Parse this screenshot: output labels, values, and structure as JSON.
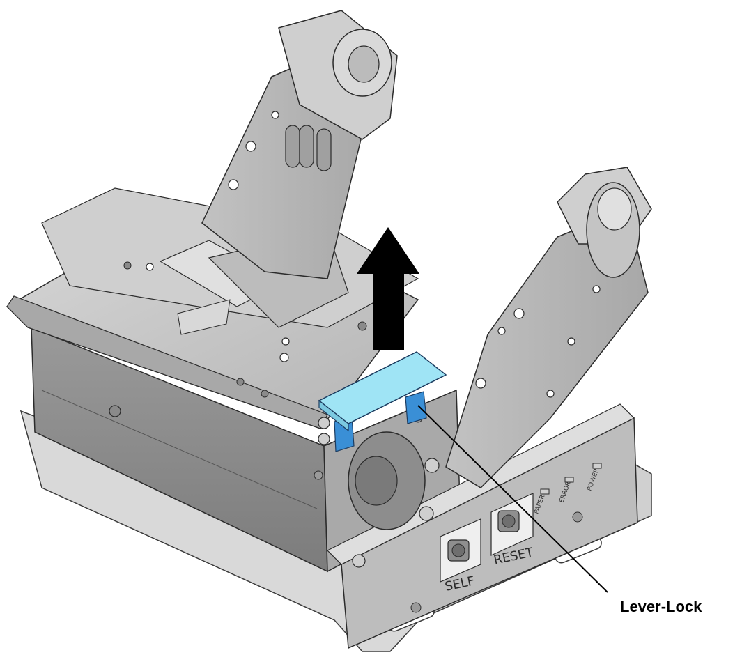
{
  "callout": {
    "label": "Lever-Lock"
  },
  "front_panel": {
    "buttons": [
      {
        "label": "SELF"
      },
      {
        "label": "RESET"
      }
    ],
    "indicators": [
      {
        "label": "PAPER"
      },
      {
        "label": "ERROR"
      },
      {
        "label": "POWER"
      }
    ]
  },
  "colors": {
    "highlight": "#9fe4f5",
    "lock_clip": "#3a8fd6",
    "body": "#c8c8c8",
    "arrow": "#000000"
  }
}
